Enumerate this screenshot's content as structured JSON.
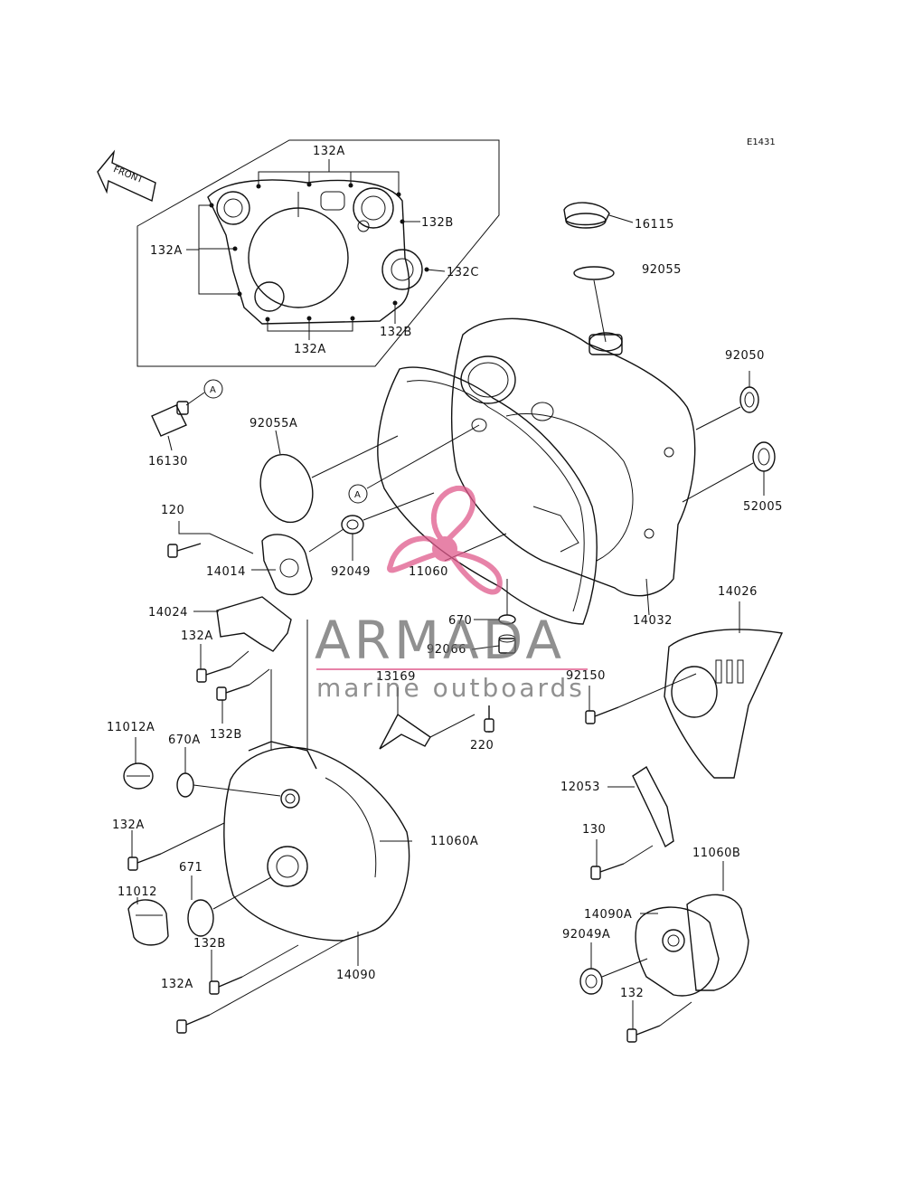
{
  "diagram_code": "E1431",
  "front_label": "FRONT",
  "callout_a": "A",
  "watermark": {
    "brand": "ARMADA",
    "tagline": "marine outboards",
    "color_text": "#6b6b6b",
    "color_pink": "#e05a8c"
  },
  "labels": {
    "p132A_top": "132A",
    "p132A_left": "132A",
    "p132B_upper": "132B",
    "p132C": "132C",
    "p132B_lower": "132B",
    "p132A_bottom": "132A",
    "p16115": "16115",
    "p92055": "92055",
    "p92050": "92050",
    "p52005": "52005",
    "p16130": "16130",
    "p92055A": "92055A",
    "p120": "120",
    "p14014": "14014",
    "p92049": "92049",
    "p11060": "11060",
    "p14032": "14032",
    "p14026": "14026",
    "p14024": "14024",
    "p132A_mid": "132A",
    "p670": "670",
    "p92066": "92066",
    "p13169": "13169",
    "p92150": "92150",
    "p132B_mid": "132B",
    "p11012A": "11012A",
    "p670A": "670A",
    "p220": "220",
    "p12053": "12053",
    "p132A_low": "132A",
    "p11060A": "11060A",
    "p130": "130",
    "p11060B": "11060B",
    "p671": "671",
    "p11012": "11012",
    "p14090A": "14090A",
    "p132B_low": "132B",
    "p92049A": "92049A",
    "p132A_last": "132A",
    "p14090": "14090",
    "p132": "132"
  }
}
